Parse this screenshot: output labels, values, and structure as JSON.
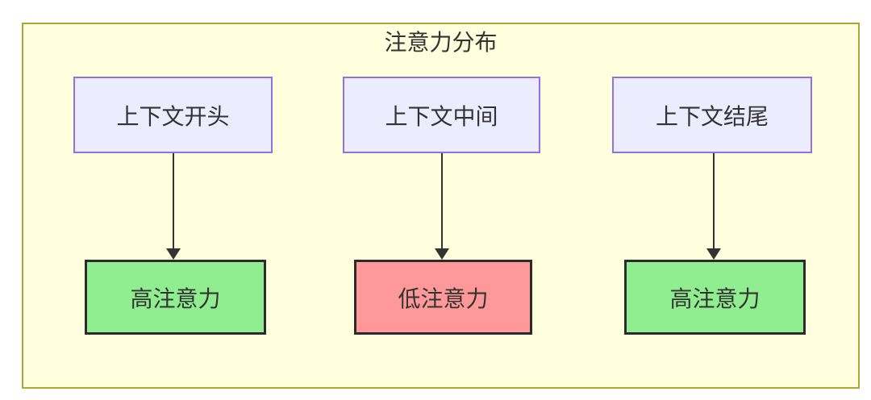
{
  "diagram": {
    "title": "注意力分布",
    "type": "flowchart",
    "colors": {
      "container_fill": "#FFFFDE",
      "container_border": "#AAAA33",
      "context_node_fill": "#ECECFF",
      "context_node_border": "#9370DB",
      "high_attention_fill": "#90EE90",
      "low_attention_fill": "#FF9999",
      "result_node_border": "#2b2b2b",
      "arrow_color": "#333333",
      "text_color": "#333333"
    },
    "columns": [
      {
        "source": "上下文开头",
        "target": "高注意力",
        "level": "high"
      },
      {
        "source": "上下文中间",
        "target": "低注意力",
        "level": "low"
      },
      {
        "source": "上下文结尾",
        "target": "高注意力",
        "level": "high"
      }
    ]
  }
}
